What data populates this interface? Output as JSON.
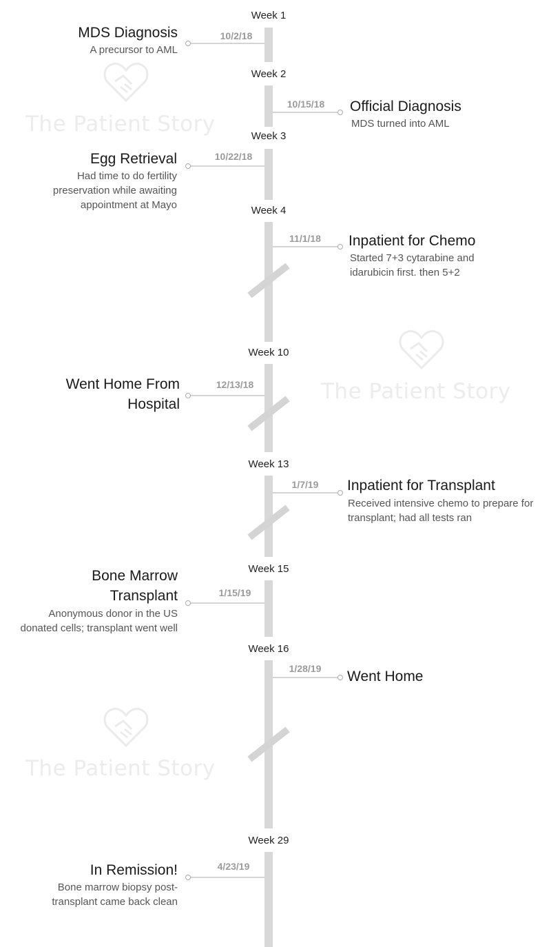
{
  "watermark": {
    "text": "The Patient Story"
  },
  "weeks": [
    {
      "id": "w1",
      "label": "Week 1"
    },
    {
      "id": "w2",
      "label": "Week 2"
    },
    {
      "id": "w3",
      "label": "Week 3"
    },
    {
      "id": "w4",
      "label": "Week 4"
    },
    {
      "id": "w10",
      "label": "Week 10"
    },
    {
      "id": "w13",
      "label": "Week 13"
    },
    {
      "id": "w15",
      "label": "Week 15"
    },
    {
      "id": "w16",
      "label": "Week 16"
    },
    {
      "id": "w29",
      "label": "Week 29"
    }
  ],
  "events": [
    {
      "date": "10/2/18",
      "title": "MDS Diagnosis",
      "desc": "A precursor to AML"
    },
    {
      "date": "10/15/18",
      "title": "Official Diagnosis",
      "desc": "MDS turned into AML"
    },
    {
      "date": "10/22/18",
      "title": "Egg Retrieval",
      "desc": "Had time to do fertility preservation while awaiting appointment at Mayo"
    },
    {
      "date": "11/1/18",
      "title": "Inpatient for Chemo",
      "desc": "Started 7+3 cytarabine and idarubicin first. then 5+2"
    },
    {
      "date": "12/13/18",
      "title": "Went Home From Hospital",
      "desc": ""
    },
    {
      "date": "1/7/19",
      "title": "Inpatient for Transplant",
      "desc": "Received intensive chemo to prepare for transplant; had all tests ran"
    },
    {
      "date": "1/15/19",
      "title": "Bone Marrow Transplant",
      "desc": "Anonymous donor in the US donated cells; transplant went well"
    },
    {
      "date": "1/28/19",
      "title": "Went Home",
      "desc": ""
    },
    {
      "date": "4/23/19",
      "title": "In Remission!",
      "desc": "Bone marrow biopsy post-transplant came back clean"
    }
  ]
}
